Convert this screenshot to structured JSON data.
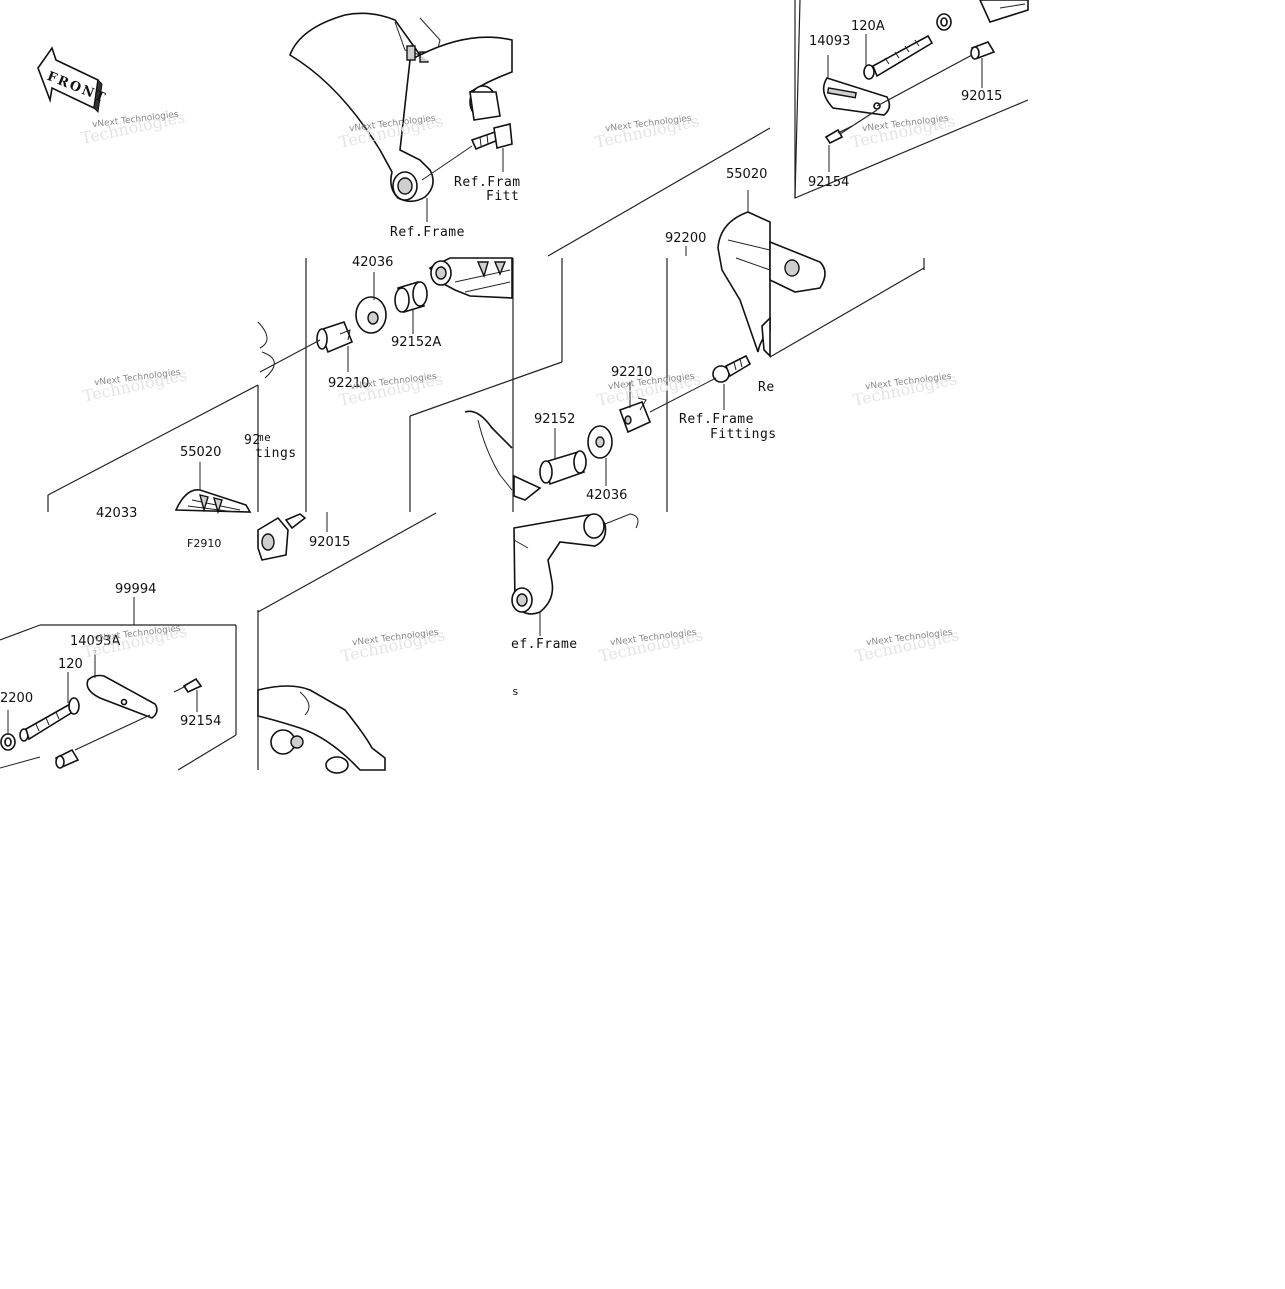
{
  "front_badge": "FRONT",
  "labels": {
    "p14093": "14093",
    "p120A": "120A",
    "p92015_tr": "92015",
    "p92154_tr": "92154",
    "p55020_r": "55020",
    "p92200_r": "92200",
    "ref_frame_top": "Ref.Frame",
    "ref_frame_fit_top_1": "Ref.Fram",
    "ref_frame_fit_top_2": "Fitt",
    "p42036_l": "42036",
    "p92152A": "92152A",
    "p92210_l": "92210",
    "p92_frag": "92",
    "me_frag": "me",
    "tings_frag": "tings",
    "p55020_l": "55020",
    "p42033_frag": "42033",
    "p92015_l": "92015",
    "p92210_r": "92210",
    "p92152": "92152",
    "p42036_r": "42036",
    "ref_frame_fit_r_1": "Ref.Frame",
    "ref_frame_fit_r_2": "Fittings",
    "re_frag": "Re",
    "f2910": "F2910",
    "p99994": "99994",
    "p14093A": "14093A",
    "p120": "120",
    "p92200_l": "2200",
    "p92154_l": "92154",
    "ref_frame_bottom": "ef.Frame",
    "s_frag": "s"
  },
  "watermark_text": "vNext Technologies"
}
